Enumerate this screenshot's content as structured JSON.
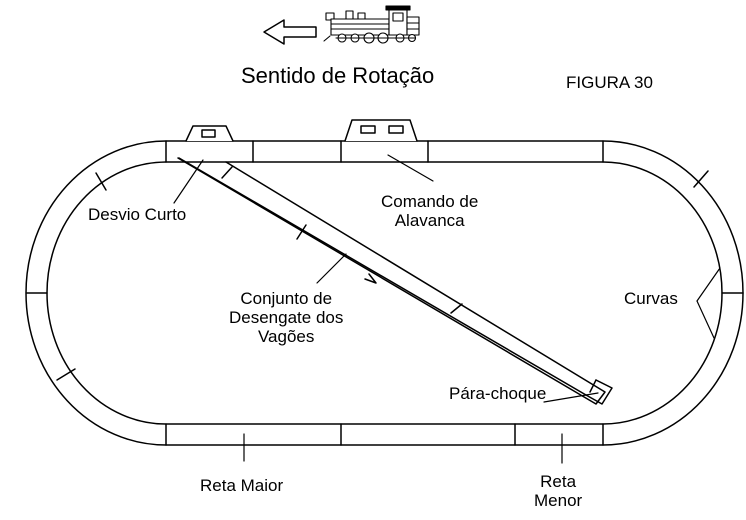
{
  "header": {
    "rotation_caption": "Sentido de Rotação",
    "figure_label": "FIGURA  30"
  },
  "icons": {
    "direction": "arrow-left-icon",
    "locomotive": "steam-locomotive-icon"
  },
  "labels": {
    "desvio_curto": "Desvio Curto",
    "comando_line1": "Comando de",
    "comando_line2": "Alavanca",
    "conjunto_line1": "Conjunto de",
    "conjunto_line2": "Desengate dos",
    "conjunto_line3": "Vagões",
    "curvas": "Curvas",
    "para_choque": "Pára-choque",
    "reta_maior": "Reta Maior",
    "reta_menor_line1": "Reta",
    "reta_menor_line2": "Menor"
  },
  "colors": {
    "ink": "#000000",
    "paper": "#ffffff"
  }
}
